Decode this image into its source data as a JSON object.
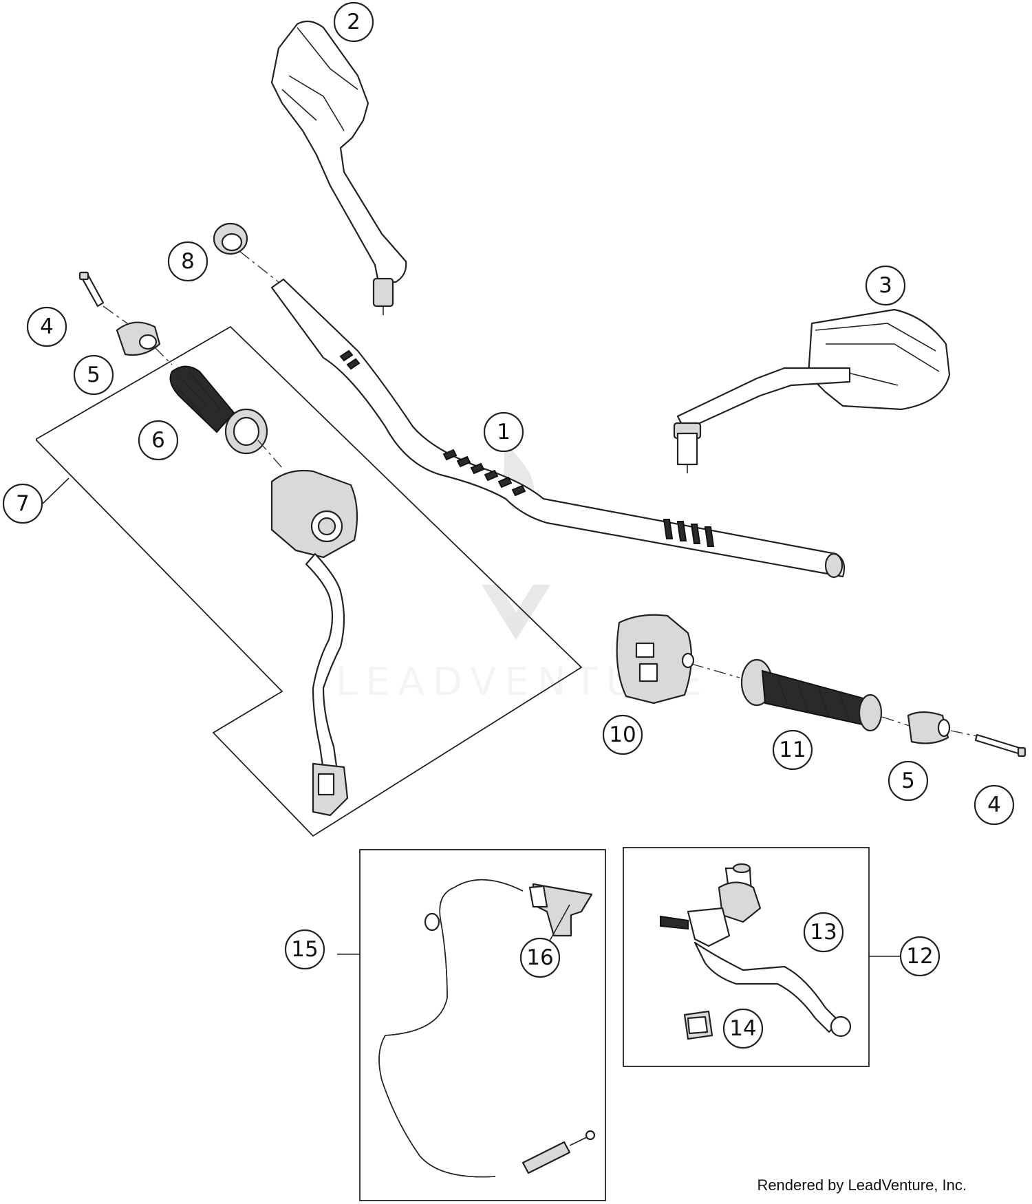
{
  "callouts": {
    "c1": "1",
    "c2": "2",
    "c3": "3",
    "c4a": "4",
    "c4b": "4",
    "c5a": "5",
    "c5b": "5",
    "c6": "6",
    "c7": "7",
    "c8": "8",
    "c10": "10",
    "c11": "11",
    "c12": "12",
    "c13": "13",
    "c14": "14",
    "c15": "15",
    "c16": "16"
  },
  "watermark": {
    "text": "LEADVENTURE"
  },
  "credit": "Rendered by LeadVenture, Inc.",
  "colors": {
    "line": "#222222",
    "background": "#ffffff",
    "watermark": "#c8c8c8"
  }
}
